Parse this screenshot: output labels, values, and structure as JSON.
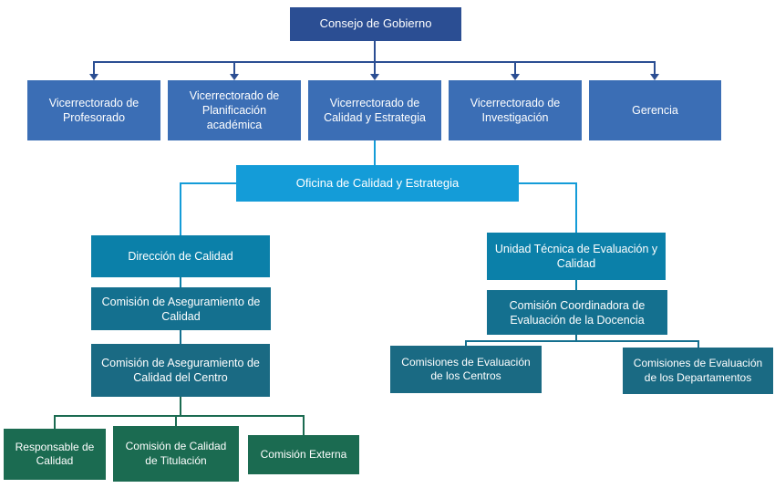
{
  "nodes": {
    "consejo": "Consejo de Gobierno",
    "vic_profesorado": "Vicerrectorado de Profesorado",
    "vic_planificacion": "Vicerrectorado de Planificación académica",
    "vic_calidad": "Vicerrectorado de Calidad y Estrategia",
    "vic_investigacion": "Vicerrectorado de Investigación",
    "gerencia": "Gerencia",
    "oficina": "Oficina de Calidad y Estrategia",
    "direccion_calidad": "Dirección de Calidad",
    "comision_aseguramiento": "Comisión de Aseguramiento de Calidad",
    "comision_aseguramiento_centro": "Comisión de Aseguramiento de Calidad del Centro",
    "responsable_calidad": "Responsable de Calidad",
    "comision_calidad_titulacion": "Comisión de Calidad de Titulación",
    "comision_externa": "Comisión Externa",
    "unidad_tecnica": "Unidad Técnica de Evaluación y Calidad",
    "comision_coordinadora": "Comisión Coordinadora de Evaluación de la Docencia",
    "comisiones_centros": "Comisiones de Evaluación de los Centros",
    "comisiones_departamentos": "Comisiones de Evaluación de los Departamentos"
  },
  "structure": {
    "consejo": [
      "vic_profesorado",
      "vic_planificacion",
      "vic_calidad",
      "vic_investigacion",
      "gerencia"
    ],
    "vic_calidad": [
      "oficina"
    ],
    "oficina": [
      "direccion_calidad",
      "unidad_tecnica"
    ],
    "direccion_calidad": [
      "comision_aseguramiento"
    ],
    "comision_aseguramiento": [
      "comision_aseguramiento_centro"
    ],
    "comision_aseguramiento_centro": [
      "responsable_calidad",
      "comision_calidad_titulacion",
      "comision_externa"
    ],
    "unidad_tecnica": [
      "comision_coordinadora"
    ],
    "comision_coordinadora": [
      "comisiones_centros",
      "comisiones_departamentos"
    ]
  },
  "colors": {
    "navy": "#2B4E93",
    "blue": "#3B6EB5",
    "cyan": "#149CD8",
    "teal": "#0B80A9",
    "teal_dark": "#14708F",
    "teal_deep": "#1A6A83",
    "green": "#1B6B51"
  }
}
